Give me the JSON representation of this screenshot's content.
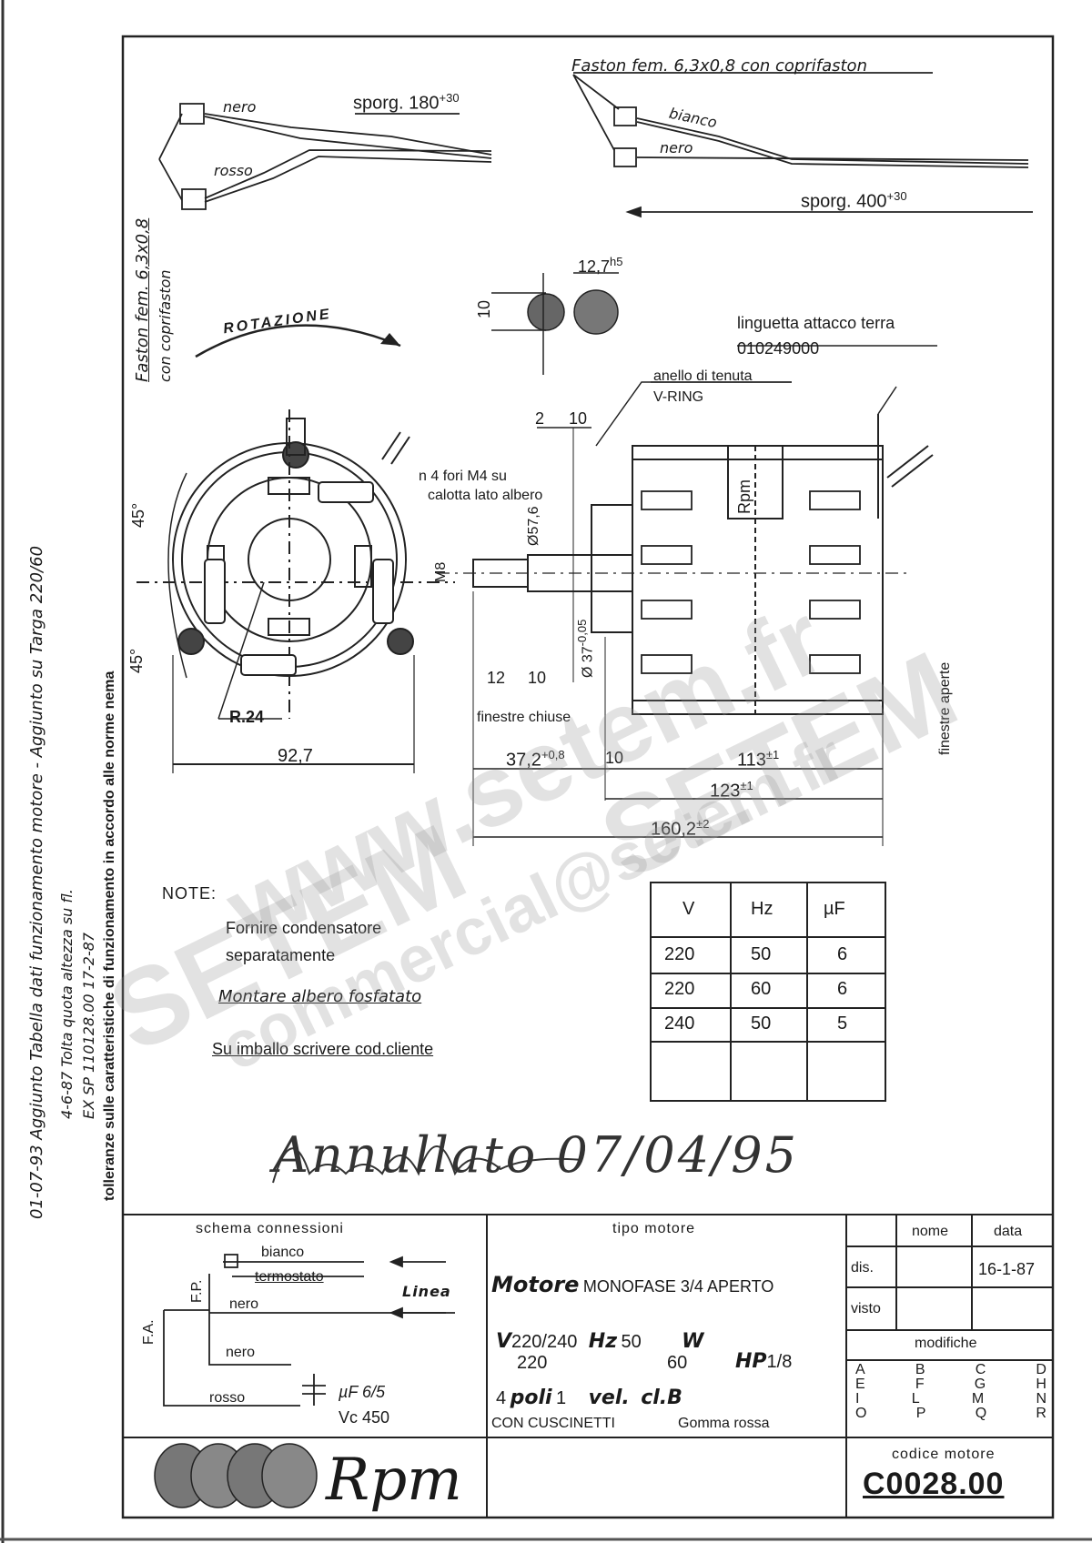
{
  "left_margin": {
    "line1": "01-07-93 Aggiunto Tabella dati funzionamento motore - Aggiunto su Targa 220/60",
    "line2": "4-6-87 Tolta quota altezza su fl.",
    "line3": "EX SP 110128.00 17-2-87",
    "line4": "tolleranze sulle caratteristiche di funzionamento in accordo alle norme nema"
  },
  "leads_left": {
    "wire1": "nero",
    "wire2": "rosso",
    "sporg": "sporg. 180",
    "sporg_tol": "+30",
    "faston": "Faston fem. 6,3x0,8",
    "faston2": "con coprifaston"
  },
  "leads_right": {
    "faston": "Faston fem. 6,3x0,8 con coprifaston",
    "wire1": "bianco",
    "wire2": "nero",
    "sporg": "sporg. 400",
    "sporg_tol": "+30"
  },
  "rotation": "ROTAZIONE",
  "shaft": {
    "dim_10": "10",
    "dim_127": "12,7",
    "dim_h5": "h5"
  },
  "labels": {
    "linguetta": "linguetta attacco terra",
    "linguetta_code": "010249000",
    "anello": "anello di tenuta",
    "vring": "V-RING",
    "fori": "n 4 fori M4 su",
    "calotta": "calotta lato albero",
    "dim_2": "2",
    "dim_10b": "10",
    "dim_576": "Ø57,6",
    "dim_m8": "M8",
    "dim_37": "Ø 37",
    "dim_37_tol": "-0,05",
    "deg45a": "45°",
    "deg45b": "45°",
    "r24": "R.24",
    "d927": "92,7",
    "d12": "12",
    "d10c": "10",
    "finestre_chiuse": "finestre chiuse",
    "finestre_aperte": "finestre aperte",
    "d372": "37,2",
    "d372_tol": "+0,8",
    "d10d": "10",
    "d113": "113",
    "d113_tol": "±1",
    "d123": "123",
    "d123_tol": "±1",
    "d1602": "160,2",
    "d1602_tol": "±2",
    "rpm_label": "Rpm"
  },
  "notes": {
    "title": "NOTE:",
    "n1": "Fornire condensatore",
    "n2": "separatamente",
    "n3": "Montare albero fosfatato",
    "n4": "Su imballo scrivere cod.cliente"
  },
  "data_table": {
    "headers": [
      "V",
      "Hz",
      "µF"
    ],
    "rows": [
      [
        "220",
        "50",
        "6"
      ],
      [
        "220",
        "60",
        "6"
      ],
      [
        "240",
        "50",
        "5"
      ]
    ]
  },
  "annulled": "Annullato 07/04/95",
  "title_block": {
    "schema_title": "schema connessioni",
    "bianco": "bianco",
    "termostato": "termostato",
    "nero1": "nero",
    "nero2": "nero",
    "rosso": "rosso",
    "fp": "F.P.",
    "fa": "F.A.",
    "linea": "Linea",
    "uf": "µF 6/5",
    "vc": "Vc 450",
    "tipo_title": "tipo motore",
    "motore_bold": "Motore",
    "motore_rest": "MONOFASE 3/4 APERTO",
    "v_bold": "V",
    "v_val1": "220/240",
    "v_val2": "220",
    "hz_bold": "Hz",
    "hz_val1": "50",
    "hz_val2": "60",
    "w_bold": "W",
    "hp_bold": "HP",
    "hp_val": "1/8",
    "poli_num": "4",
    "poli_bold": "poli",
    "poli_val": "1",
    "vel_bold": "vel.",
    "cl_bold": "cl.B",
    "cuscinetti": "CON CUSCINETTI",
    "gomma": "Gomma rossa",
    "nome": "nome",
    "data": "data",
    "dis": "dis.",
    "dis_date": "16-1-87",
    "visto": "visto",
    "modifiche": "modifiche",
    "mod_letters": [
      [
        "A",
        "B",
        "C",
        "D"
      ],
      [
        "E",
        "F",
        "G",
        "H"
      ],
      [
        "I",
        "L",
        "M",
        "N"
      ],
      [
        "O",
        "P",
        "Q",
        "R"
      ]
    ],
    "codice_title": "codice motore",
    "codice": "C0028.00",
    "logo_text": "Rpm"
  },
  "watermarks": {
    "w1": "www.setem.fr",
    "w2": "SETEM",
    "w3": "commercial@setem.fr",
    "w4": "SETEM"
  }
}
